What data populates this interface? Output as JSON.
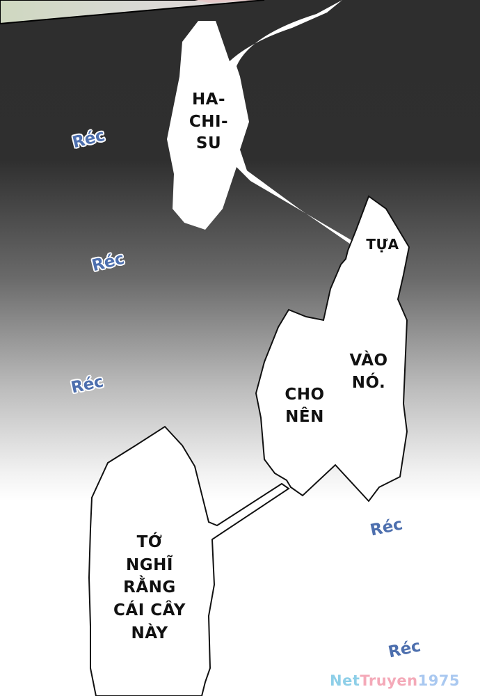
{
  "bubbles": {
    "hachisu": {
      "line1": "HA-",
      "line2": "CHI-",
      "line3": "SU"
    },
    "tua": {
      "text": "TỰA"
    },
    "vao_no": {
      "line1": "VÀO",
      "line2": "NÓ."
    },
    "cho_nen": {
      "line1": "CHO",
      "line2": "NÊN"
    },
    "to_nghi": {
      "line1": "TỚ",
      "line2": "NGHĨ",
      "line3": "RẰNG",
      "line4": "CÁI CÂY",
      "line5": "NÀY"
    }
  },
  "sound_effects": [
    "Réc",
    "Réc",
    "Réc",
    "Réc",
    "Réc"
  ],
  "watermark": {
    "parts": [
      "Net",
      "Truyen",
      "1975"
    ],
    "colors": [
      "#8ecfe8",
      "#f4a9b8",
      "#a9c8f0"
    ]
  },
  "colors": {
    "dark_bg": "#2f2f2f",
    "sfx_blue": "#4d6fae",
    "bubble_fill": "#ffffff",
    "outline": "#111111"
  }
}
